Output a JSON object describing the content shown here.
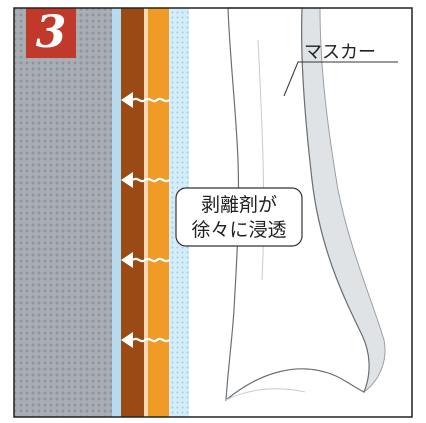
{
  "step": {
    "number": "3"
  },
  "labels": {
    "masker": "マスカー",
    "callout_line1": "剥離剤が",
    "callout_line2": "徐々に浸透"
  },
  "colors": {
    "frame": "#222222",
    "step_badge": "#c0392b",
    "wall": "#a9aeb4",
    "wall_dots": "#8f959b",
    "primer_layer": "#b6dbee",
    "paint_layer_brown": "#9b4a16",
    "paint_layer_orange": "#ef9b25",
    "stripper_layer": "#d5edf8",
    "masker_sheet": "#ffffff",
    "masker_shadow": "#dfe3e6",
    "arrow": "#ffffff"
  },
  "icons": {
    "penetration_arrow": "left-arrow-with-wave-icon"
  },
  "penetration_arrows": {
    "count": 4
  }
}
